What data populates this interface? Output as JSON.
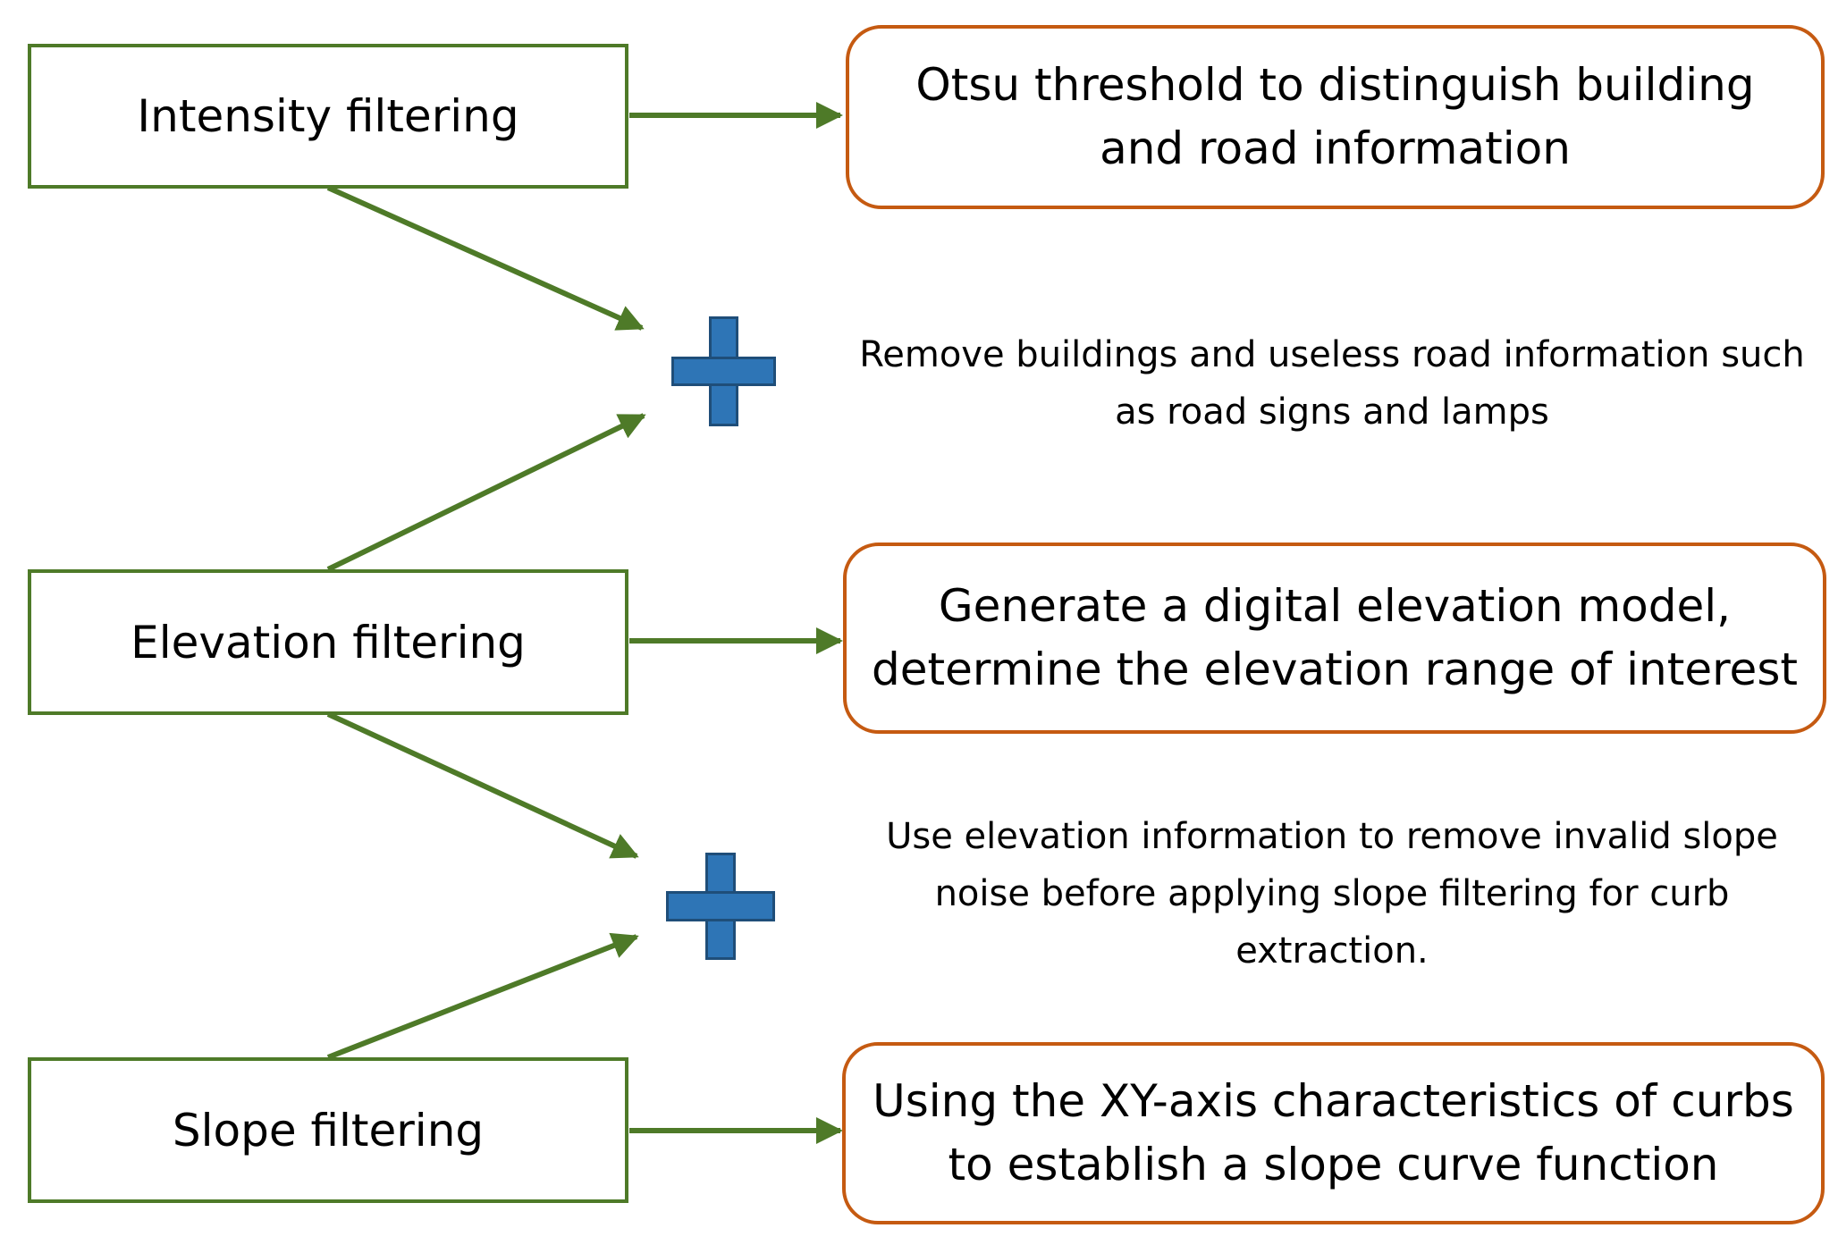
{
  "filters": {
    "intensity": "Intensity filtering",
    "elevation": "Elevation filtering",
    "slope": "Slope filtering"
  },
  "results": {
    "intensity": "Otsu threshold to distinguish building and road information",
    "elevation": "Generate a digital elevation model, determine the elevation range of interest",
    "slope": "Using the XY-axis characteristics of curbs to establish a slope curve function"
  },
  "notes": {
    "combine_1": "Remove buildings and useless road information such as road signs and lamps",
    "combine_2": "Use elevation information to remove invalid slope noise before applying slope filtering for curb extraction."
  },
  "colors": {
    "arrow": "#4e7a28",
    "filter_border": "#4e7a28",
    "result_border": "#c55a11",
    "plus_fill": "#2e75b6",
    "plus_border": "#1f4e79"
  },
  "icons": {
    "combine": "plus-icon"
  }
}
